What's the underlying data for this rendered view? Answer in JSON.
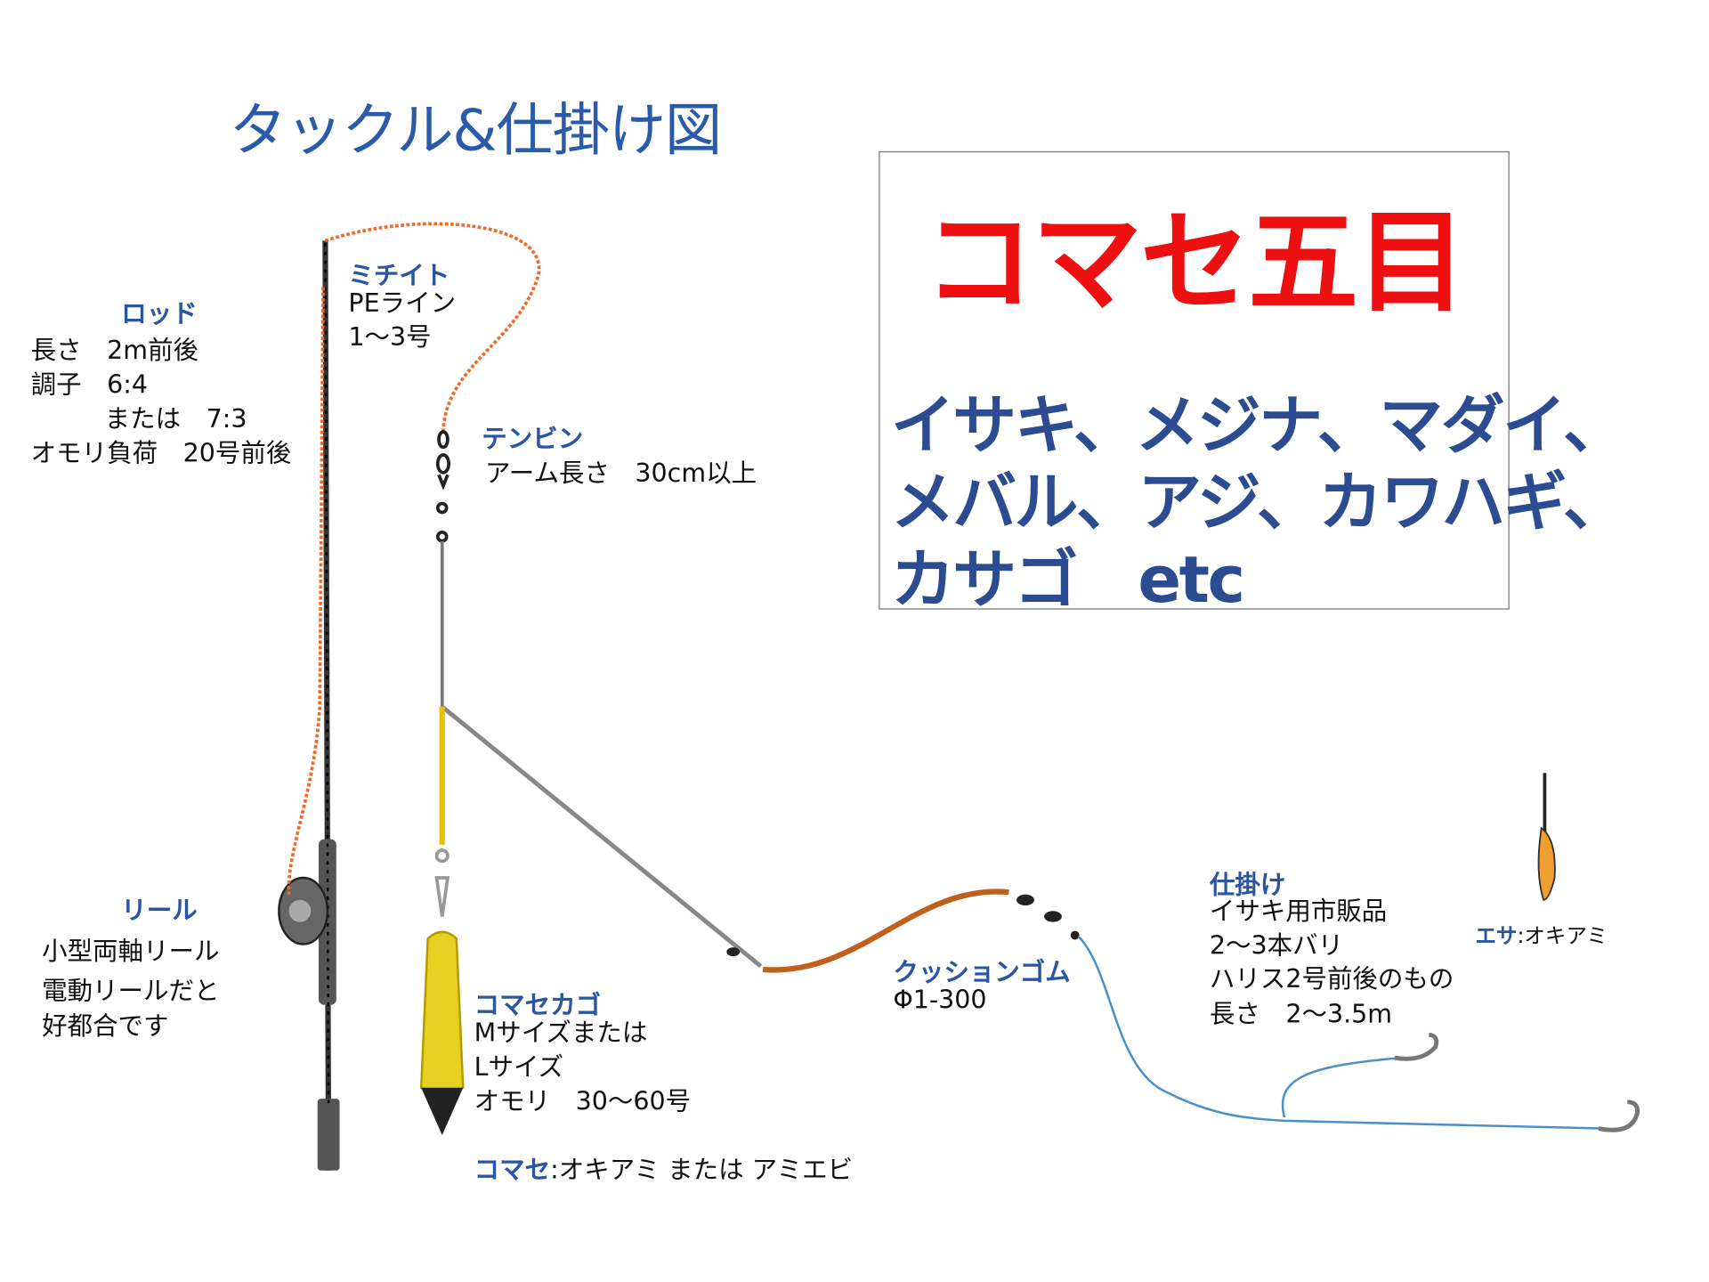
{
  "title": "タックル&仕掛け図",
  "panel": {
    "name": "コマセ五目",
    "species": [
      "イサキ、メジナ、マダイ、",
      "メバル、アジ、カワハギ、",
      "カサゴ　etc"
    ]
  },
  "rod": {
    "label": "ロッド",
    "lines": [
      "長さ　2m前後",
      "調子　6:4",
      "または　7:3",
      "オモリ負荷　20号前後"
    ]
  },
  "line": {
    "label": "ミチイト",
    "lines": [
      "PEライン",
      "1〜3号"
    ]
  },
  "tenbin": {
    "label": "テンビン",
    "lines": [
      "アーム長さ　30cm以上"
    ]
  },
  "reel": {
    "label": "リール",
    "lines": [
      "小型両軸リール",
      "電動リールだと",
      "好都合です"
    ]
  },
  "kago": {
    "label": "コマセカゴ",
    "lines": [
      "Mサイズまたは",
      "Lサイズ",
      "オモリ　30〜60号"
    ]
  },
  "komase": {
    "label": "コマセ",
    "text": ":オキアミ または アミエビ"
  },
  "cushion": {
    "label": "クッションゴム",
    "lines": [
      "Φ1-300"
    ]
  },
  "shikake": {
    "label": "仕掛け",
    "lines": [
      "イサキ用市販品",
      "2〜3本バリ",
      "ハリス2号前後のもの",
      "長さ　2〜3.5m"
    ]
  },
  "bait": {
    "label": "エサ",
    "text": ":オキアミ"
  },
  "colors": {
    "title": "#2a5bab",
    "main": "#ee1010",
    "label": "#2a55a0"
  }
}
